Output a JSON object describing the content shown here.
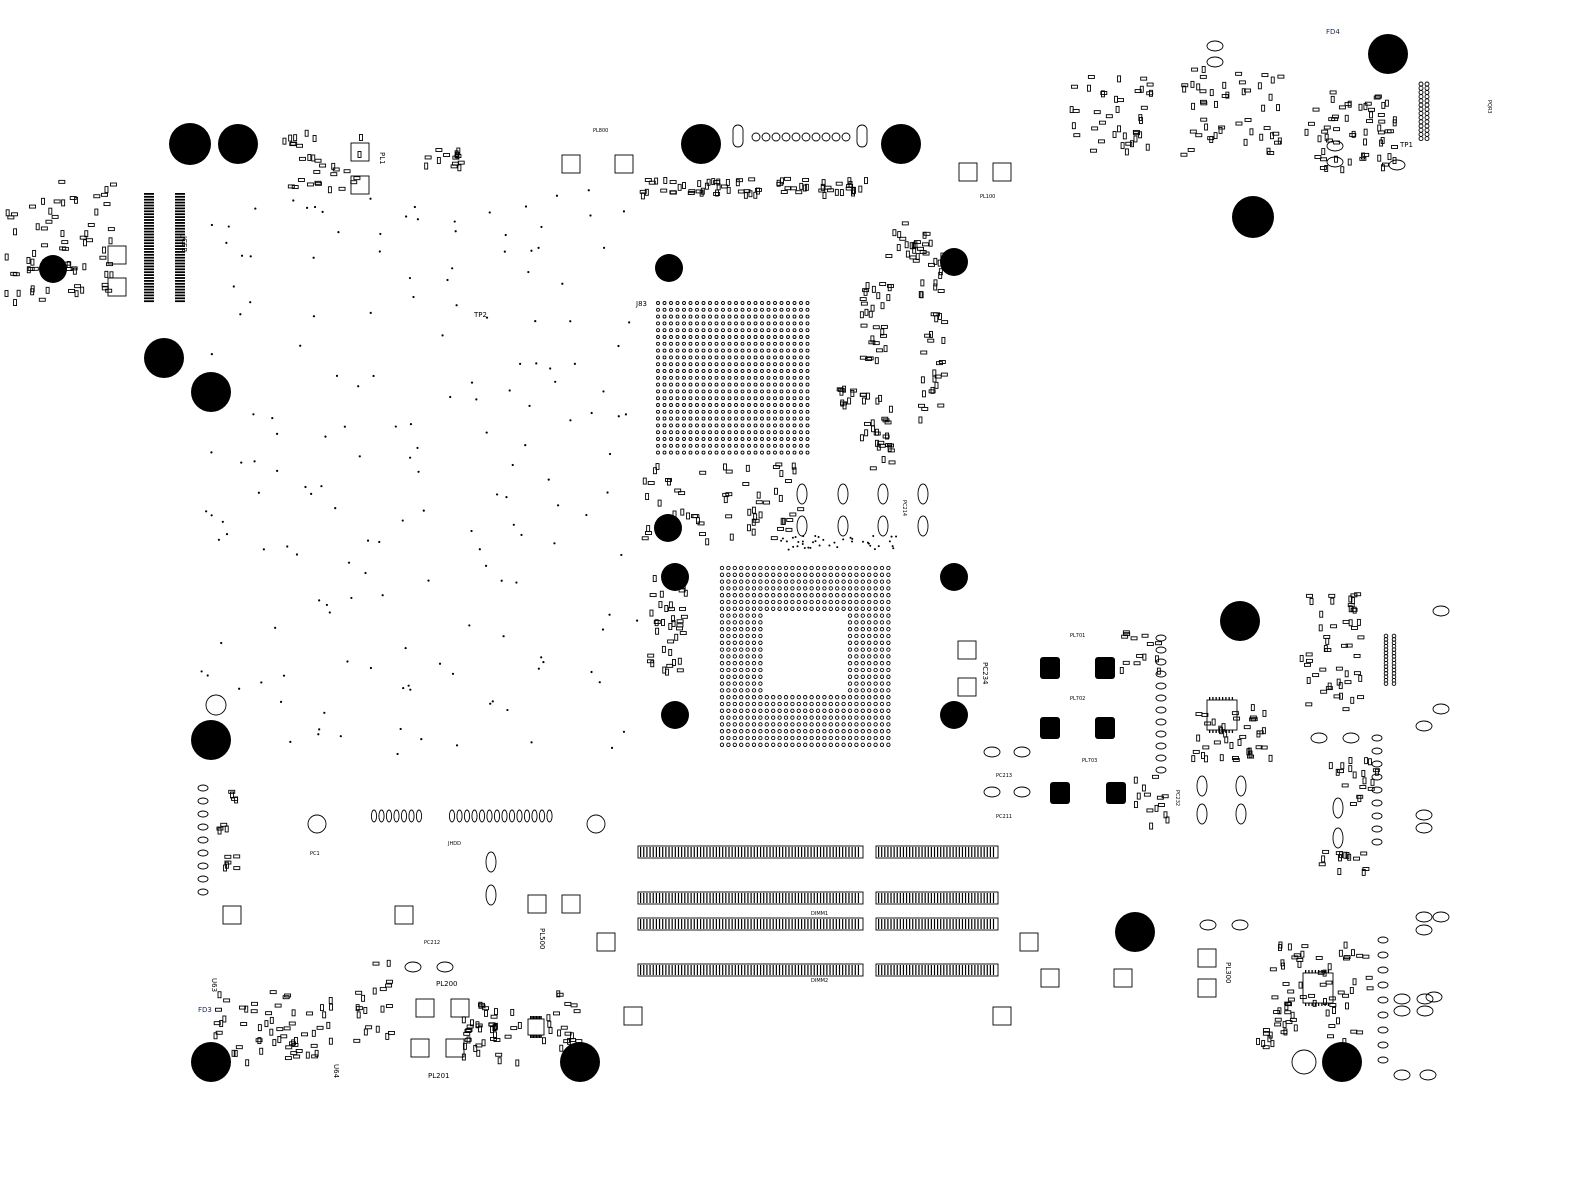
{
  "labels": {
    "fd4": "FD4",
    "fd3": "FD3",
    "pl300": "PL300",
    "pl500": "PL500",
    "pl200": "PL200",
    "pl201": "PL201",
    "pl800": "PL800",
    "pl100": "PL100",
    "pl701": "PL701",
    "pl702": "PL702",
    "pl703": "PL703",
    "pl1": "PL1",
    "pc1": "PC1",
    "tp1": "TP1",
    "tp2": "TP2",
    "jhdd": "JHDD",
    "u64": "U64",
    "u63": "U63",
    "dimm1": "DIMM1",
    "dimm2": "DIMM2",
    "pc234": "PC234",
    "pc213": "PC213",
    "pc211": "PC211",
    "pc212": "PC212",
    "pc232": "PC232",
    "pc214": "PC214",
    "jceb": "JCEB",
    "pqr3": "PQR3",
    "jb3": "J83"
  },
  "colors": {
    "ink": "#000000",
    "background": "#ffffff",
    "label_blue": "#1a2a5a"
  }
}
